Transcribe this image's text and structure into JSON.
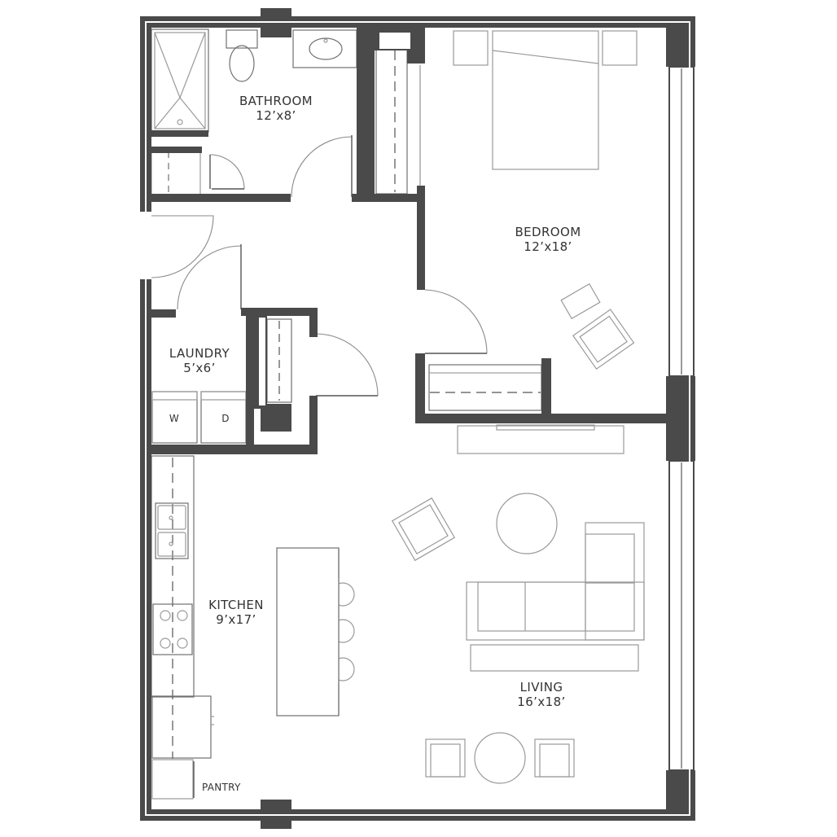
{
  "colors": {
    "wall": "#4a4a4a",
    "column": "#5a5a5a",
    "furniture": "#9a9a9a",
    "text": "#333333",
    "background": "#ffffff"
  },
  "rooms": {
    "bathroom": {
      "name": "BATHROOM",
      "size": "12’x8’"
    },
    "bedroom": {
      "name": "BEDROOM",
      "size": "12’x18’"
    },
    "laundry": {
      "name": "LAUNDRY",
      "size": "5’x6’"
    },
    "kitchen": {
      "name": "KITCHEN",
      "size": "9’x17’"
    },
    "living": {
      "name": "LIVING",
      "size": "16’x18’"
    }
  },
  "appliances": {
    "washer": "W",
    "dryer": "D"
  },
  "labels": {
    "pantry": "PANTRY"
  }
}
